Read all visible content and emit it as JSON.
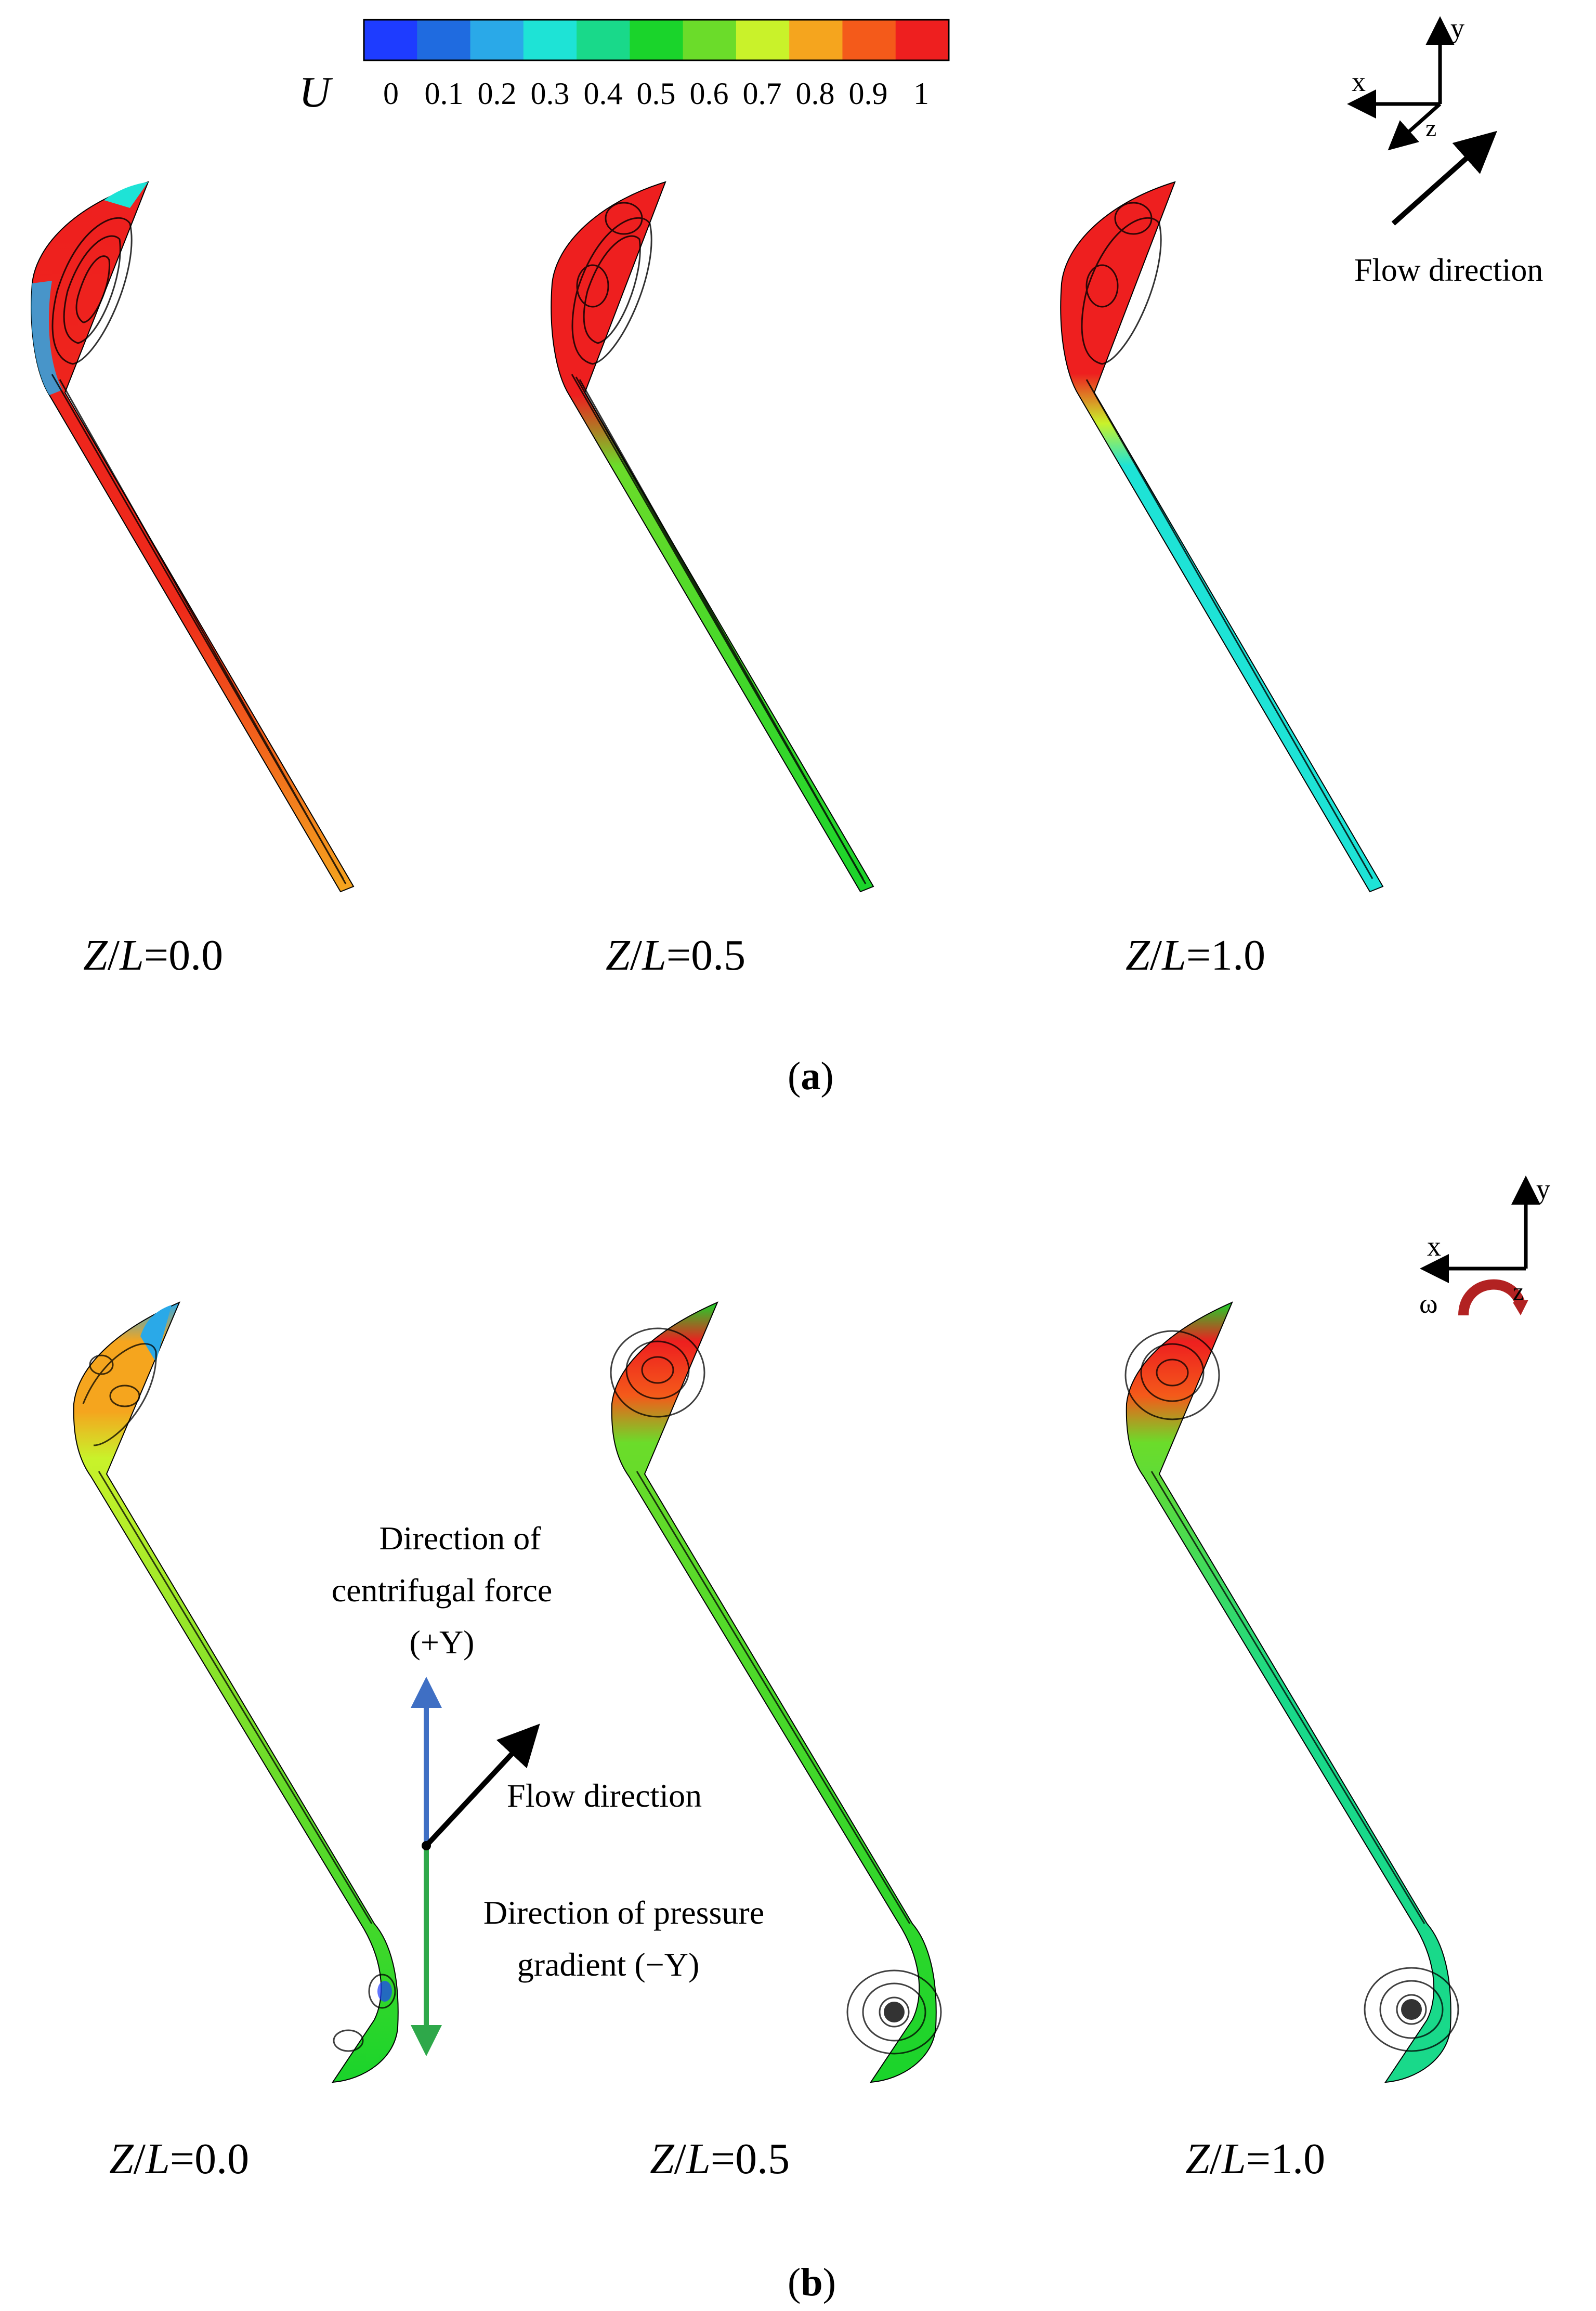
{
  "legend": {
    "symbol": "U",
    "ticks": [
      "0",
      "0.1",
      "0.2",
      "0.3",
      "0.4",
      "0.5",
      "0.6",
      "0.7",
      "0.8",
      "0.9",
      "1"
    ],
    "colors": [
      "#1e3cff",
      "#1f6be0",
      "#2aa9e8",
      "#1ee3d6",
      "#19d98a",
      "#1ad42b",
      "#6bdc2a",
      "#c9f22a",
      "#f5a51e",
      "#f45a1a",
      "#ee1f1f"
    ]
  },
  "panel_a": {
    "axis_x": "x",
    "axis_y": "y",
    "axis_z": "z",
    "flow_label": "Flow direction",
    "sections": [
      {
        "prefix": "Z",
        "sep": "/",
        "suffix": "L",
        "value": "=0.0"
      },
      {
        "prefix": "Z",
        "sep": "/",
        "suffix": "L",
        "value": "=0.5"
      },
      {
        "prefix": "Z",
        "sep": "/",
        "suffix": "L",
        "value": "=1.0"
      }
    ],
    "caption_letter": "a"
  },
  "panel_b": {
    "axis_x": "x",
    "axis_y": "y",
    "axis_z": "z",
    "omega": "ω",
    "centrifugal_line1": "Direction of",
    "centrifugal_line2": "centrifugal force",
    "centrifugal_line3": "(+Y)",
    "flow_label": "Flow direction",
    "pressure_line1": "Direction of pressure",
    "pressure_line2": "gradient (−Y)",
    "sections": [
      {
        "prefix": "Z",
        "sep": "/",
        "suffix": "L",
        "value": "=0.0"
      },
      {
        "prefix": "Z",
        "sep": "/",
        "suffix": "L",
        "value": "=0.5"
      },
      {
        "prefix": "Z",
        "sep": "/",
        "suffix": "L",
        "value": "=1.0"
      }
    ],
    "caption_letter": "b"
  }
}
